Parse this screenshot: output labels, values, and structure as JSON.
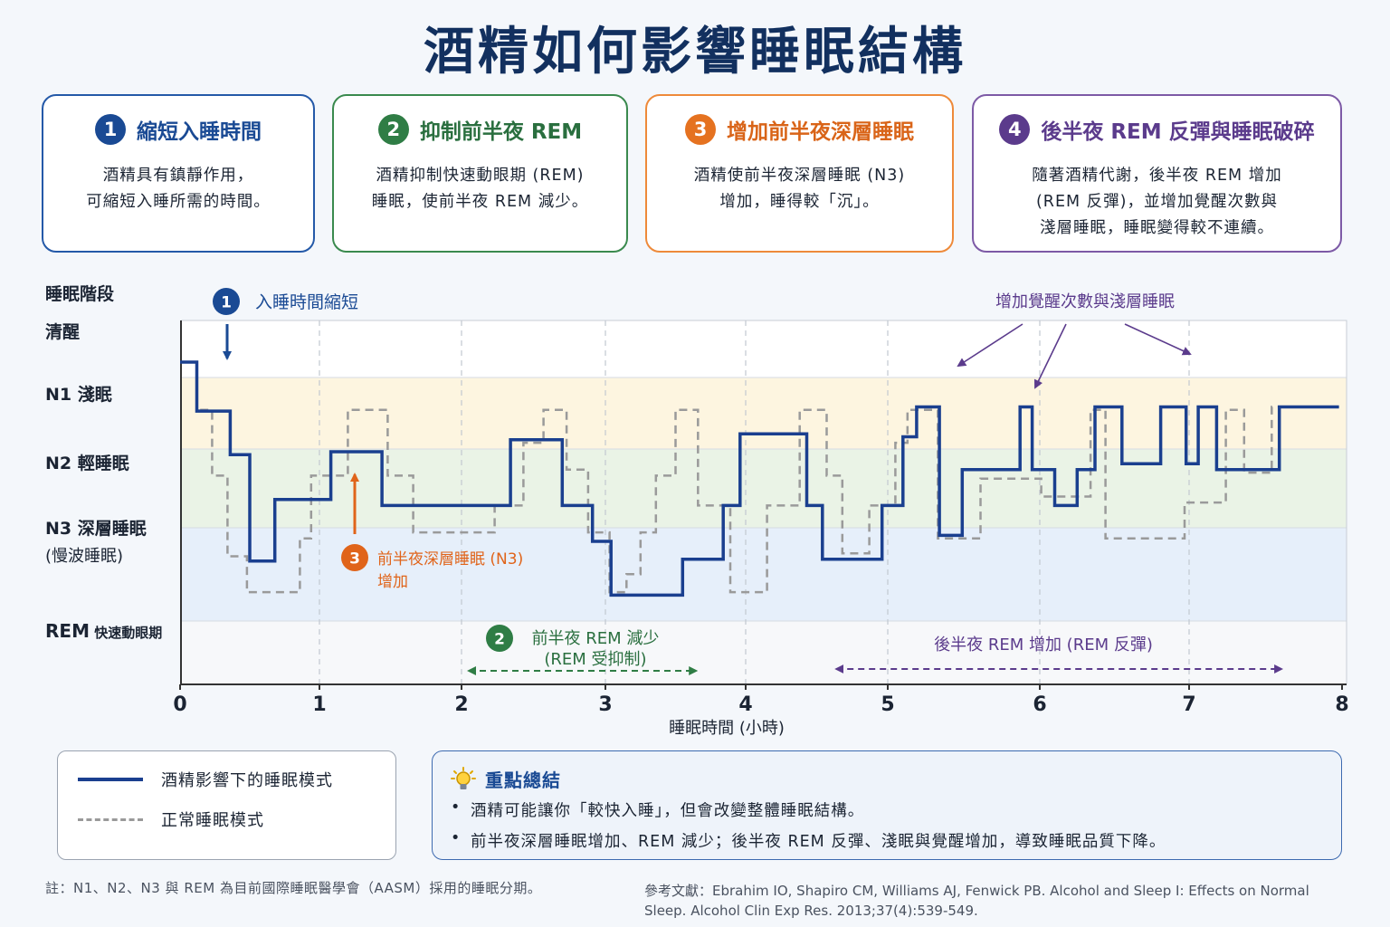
{
  "title": "酒精如何影響睡眠結構",
  "cards": [
    {
      "num": "1",
      "title": "縮短入睡時間",
      "body": "酒精具有鎮靜作用，\n可縮短入睡所需的時間。"
    },
    {
      "num": "2",
      "title": "抑制前半夜 REM",
      "body": "酒精抑制快速動眼期 (REM)\n睡眠，使前半夜 REM 減少。"
    },
    {
      "num": "3",
      "title": "增加前半夜深層睡眠",
      "body": "酒精使前半夜深層睡眠 (N3)\n增加，睡得較「沉」。"
    },
    {
      "num": "4",
      "title": "後半夜 REM 反彈與睡眠破碎",
      "body": "隨著酒精代謝，後半夜 REM 增加\n(REM 反彈)，並增加覺醒次數與\n淺層睡眠，睡眠變得較不連續。"
    }
  ],
  "chart_data": {
    "type": "line",
    "ylabel": "睡眠階段",
    "xlabel": "睡眠時間 (小時)",
    "xlim": [
      0,
      8
    ],
    "x_ticks": [
      "0",
      "1",
      "2",
      "3",
      "4",
      "5",
      "6",
      "7",
      "8"
    ],
    "y_categories": [
      {
        "key": "wake",
        "label": "清醒",
        "label2": ""
      },
      {
        "key": "N1",
        "label": "N1 淺眠",
        "label2": ""
      },
      {
        "key": "N2",
        "label": "N2 輕睡眠",
        "label2": ""
      },
      {
        "key": "N3",
        "label": "N3 深層睡眠",
        "label2": "(慢波睡眠)"
      },
      {
        "key": "REM",
        "label": "REM",
        "label2": "快速動眼期"
      }
    ],
    "band_colors": {
      "N1": "#fdf5e0",
      "N2": "#eaf3e6",
      "N3": "#e6effa",
      "REM": "#f7f8fa"
    },
    "series": [
      {
        "name": "酒精影響下的睡眠模式",
        "color": "#1a3f8f",
        "style": "solid",
        "points": [
          [
            0,
            0.0
          ],
          [
            0.12,
            0.0
          ],
          [
            0.12,
            0.82
          ],
          [
            0.36,
            0.82
          ],
          [
            0.36,
            1.55
          ],
          [
            0.5,
            1.55
          ],
          [
            0.5,
            3.33
          ],
          [
            0.68,
            3.33
          ],
          [
            0.68,
            2.3
          ],
          [
            1.08,
            2.3
          ],
          [
            1.08,
            1.5
          ],
          [
            1.44,
            1.5
          ],
          [
            1.44,
            2.4
          ],
          [
            2.34,
            2.4
          ],
          [
            2.34,
            1.3
          ],
          [
            2.7,
            1.3
          ],
          [
            2.7,
            2.4
          ],
          [
            2.91,
            2.4
          ],
          [
            2.91,
            3.0
          ],
          [
            3.04,
            3.0
          ],
          [
            3.04,
            3.9
          ],
          [
            3.55,
            3.9
          ],
          [
            3.55,
            3.3
          ],
          [
            3.84,
            3.3
          ],
          [
            3.84,
            2.4
          ],
          [
            3.96,
            2.4
          ],
          [
            3.96,
            1.2
          ],
          [
            4.43,
            1.2
          ],
          [
            4.43,
            2.4
          ],
          [
            4.54,
            2.4
          ],
          [
            4.54,
            3.3
          ],
          [
            4.96,
            3.3
          ],
          [
            4.96,
            2.4
          ],
          [
            5.1,
            2.4
          ],
          [
            5.1,
            1.25
          ],
          [
            5.19,
            1.25
          ],
          [
            5.19,
            0.75
          ],
          [
            5.34,
            0.75
          ],
          [
            5.34,
            2.9
          ],
          [
            5.49,
            2.9
          ],
          [
            5.49,
            1.8
          ],
          [
            5.87,
            1.8
          ],
          [
            5.87,
            0.75
          ],
          [
            5.95,
            0.75
          ],
          [
            5.95,
            1.8
          ],
          [
            6.1,
            1.8
          ],
          [
            6.1,
            2.4
          ],
          [
            6.25,
            2.4
          ],
          [
            6.25,
            1.8
          ],
          [
            6.37,
            1.8
          ],
          [
            6.37,
            0.75
          ],
          [
            6.55,
            0.75
          ],
          [
            6.55,
            1.7
          ],
          [
            6.81,
            1.7
          ],
          [
            6.81,
            0.75
          ],
          [
            6.98,
            0.75
          ],
          [
            6.98,
            1.7
          ],
          [
            7.06,
            1.7
          ],
          [
            7.06,
            0.75
          ],
          [
            7.18,
            0.75
          ],
          [
            7.18,
            1.8
          ],
          [
            7.59,
            1.8
          ],
          [
            7.59,
            0.75
          ],
          [
            7.98,
            0.75
          ]
        ]
      },
      {
        "name": "正常睡眠模式",
        "color": "#9a9a9a",
        "style": "dashed",
        "points": [
          [
            0,
            0.0
          ],
          [
            0.12,
            0.0
          ],
          [
            0.12,
            0.8
          ],
          [
            0.23,
            0.8
          ],
          [
            0.23,
            1.9
          ],
          [
            0.34,
            1.9
          ],
          [
            0.34,
            3.25
          ],
          [
            0.48,
            3.25
          ],
          [
            0.48,
            3.85
          ],
          [
            0.86,
            3.85
          ],
          [
            0.86,
            2.95
          ],
          [
            0.94,
            2.95
          ],
          [
            0.94,
            1.9
          ],
          [
            1.2,
            1.9
          ],
          [
            1.2,
            0.8
          ],
          [
            1.48,
            0.8
          ],
          [
            1.48,
            1.9
          ],
          [
            1.66,
            1.9
          ],
          [
            1.66,
            2.85
          ],
          [
            2.23,
            2.85
          ],
          [
            2.23,
            2.4
          ],
          [
            2.43,
            2.4
          ],
          [
            2.43,
            1.35
          ],
          [
            2.57,
            1.35
          ],
          [
            2.57,
            0.8
          ],
          [
            2.73,
            0.8
          ],
          [
            2.73,
            1.8
          ],
          [
            2.88,
            1.8
          ],
          [
            2.88,
            2.85
          ],
          [
            3.03,
            2.85
          ],
          [
            3.03,
            3.85
          ],
          [
            3.15,
            3.85
          ],
          [
            3.15,
            3.55
          ],
          [
            3.25,
            3.55
          ],
          [
            3.25,
            2.85
          ],
          [
            3.36,
            2.85
          ],
          [
            3.36,
            1.9
          ],
          [
            3.5,
            1.9
          ],
          [
            3.5,
            0.8
          ],
          [
            3.66,
            0.8
          ],
          [
            3.66,
            2.4
          ],
          [
            3.89,
            2.4
          ],
          [
            3.89,
            3.85
          ],
          [
            4.15,
            3.85
          ],
          [
            4.15,
            2.4
          ],
          [
            4.38,
            2.4
          ],
          [
            4.38,
            0.8
          ],
          [
            4.57,
            0.8
          ],
          [
            4.57,
            1.9
          ],
          [
            4.68,
            1.9
          ],
          [
            4.68,
            3.2
          ],
          [
            4.87,
            3.2
          ],
          [
            4.87,
            2.4
          ],
          [
            5.05,
            2.4
          ],
          [
            5.05,
            1.35
          ],
          [
            5.13,
            1.35
          ],
          [
            5.13,
            0.8
          ],
          [
            5.33,
            0.8
          ],
          [
            5.33,
            2.95
          ],
          [
            5.61,
            2.95
          ],
          [
            5.61,
            1.95
          ],
          [
            6.01,
            1.95
          ],
          [
            6.01,
            2.25
          ],
          [
            6.34,
            2.25
          ],
          [
            6.34,
            0.8
          ],
          [
            6.44,
            0.8
          ],
          [
            6.44,
            2.95
          ],
          [
            6.97,
            2.95
          ],
          [
            6.97,
            2.35
          ],
          [
            7.24,
            2.35
          ],
          [
            7.24,
            0.8
          ],
          [
            7.36,
            0.8
          ],
          [
            7.36,
            1.85
          ],
          [
            7.54,
            1.85
          ],
          [
            7.54,
            0.75
          ],
          [
            7.98,
            0.75
          ]
        ]
      }
    ],
    "annotations": [
      {
        "num": "1",
        "text": "入睡時間縮短",
        "color": "#1a4a94"
      },
      {
        "num": "3",
        "text": "前半夜深層睡眠 (N3)",
        "text2": "增加",
        "color": "#e0641a"
      },
      {
        "num": "2",
        "text": "前半夜 REM 減少",
        "text2": "(REM 受抑制)",
        "color": "#2a6f3f",
        "range": [
          2.0,
          3.84
        ]
      },
      {
        "text": "後半夜 REM 增加 (REM 反彈)",
        "color": "#5b3b8c",
        "range": [
          4.6,
          7.32
        ]
      },
      {
        "text": "增加覺醒次數與淺層睡眠",
        "color": "#5b3b8c"
      }
    ]
  },
  "legend": [
    {
      "label": "酒精影響下的睡眠模式"
    },
    {
      "label": "正常睡眠模式"
    }
  ],
  "summary": {
    "title": "重點總結",
    "items": [
      "酒精可能讓你「較快入睡」，但會改變整體睡眠結構。",
      "前半夜深層睡眠增加、REM 減少；後半夜 REM 反彈、淺眠與覺醒增加，導致睡眠品質下降。"
    ]
  },
  "note": "註：N1、N2、N3 與 REM 為目前國際睡眠醫學會（AASM）採用的睡眠分期。",
  "reference": "參考文獻：Ebrahim IO, Shapiro CM, Williams AJ, Fenwick PB. Alcohol and Sleep I: Effects on Normal Sleep. Alcohol Clin Exp Res. 2013;37(4):539-549."
}
